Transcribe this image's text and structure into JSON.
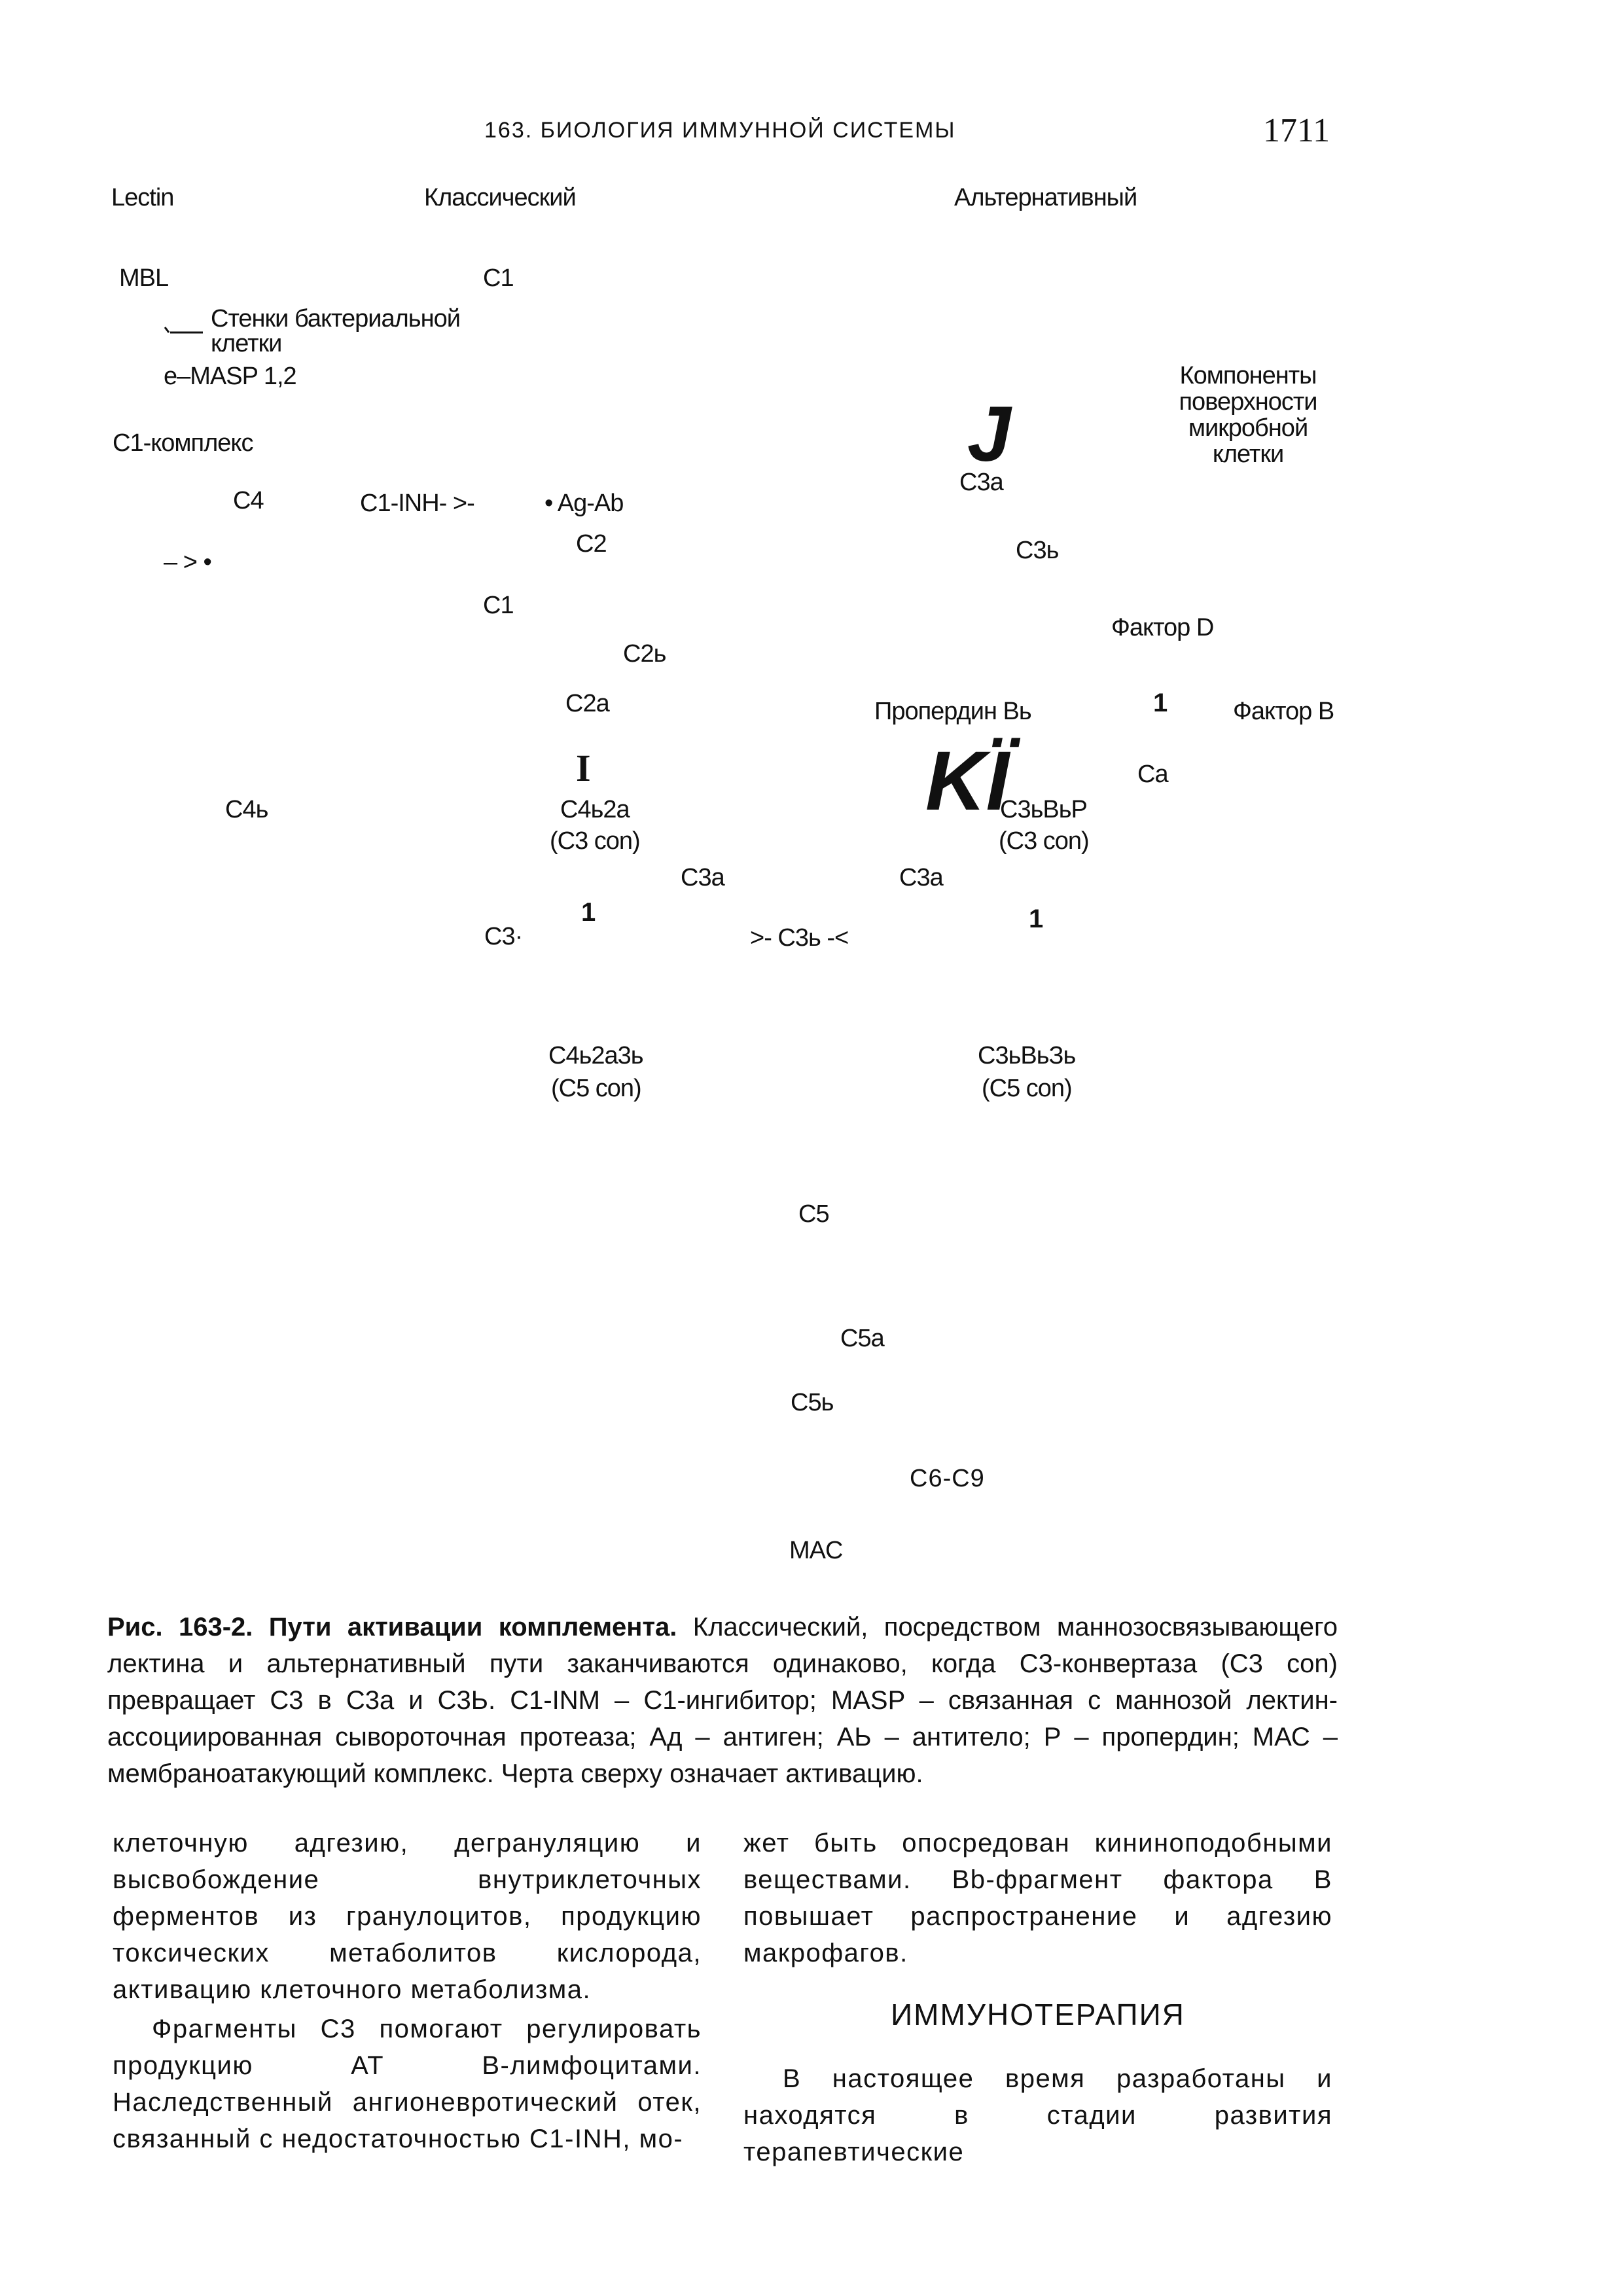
{
  "header": {
    "running_title": "163. БИОЛОГИЯ ИММУННОЙ СИСТЕМЫ",
    "page_number": "1711"
  },
  "diagram": {
    "lectin": "Lectin",
    "classical": "Классический",
    "alternative": "Альтернативный",
    "mbl": "MBL",
    "c1_top": "C1",
    "bact_wall_1": "Стенки бактериальной",
    "bact_wall_2": "клетки",
    "masp": "e–MASP 1,2",
    "c1_complex": "C1-комплекс",
    "microbe_1": "Компоненты",
    "microbe_2": "поверхности",
    "microbe_3": "микробной",
    "microbe_4": "клетки",
    "big_j": "J",
    "c3a_top": "C3a",
    "c4": "C4",
    "c1inh": "C1-INH- >-",
    "agab": "• Ag-Ab",
    "c2": "C2",
    "small_arrow": "– > •",
    "c3b_top": "C3ь",
    "c1_mid": "C1",
    "factor_d": "Фактор D",
    "c2b": "C2ь",
    "c2a": "C2a",
    "properdin_bb": "Пропердин  Bь",
    "num1_a": "1",
    "factor_b": "Фактор B",
    "serif_i": "I",
    "big_ki": "KÏ",
    "ca": "Ca",
    "c4b": "C4ь",
    "c4b2a": "C4ь2a",
    "c3con_left": "(C3 con)",
    "c3bbbp": "C3ьBьP",
    "c3con_right": "(C3 con)",
    "c3a_left": "C3a",
    "c3a_right": "C3a",
    "num1_b": "1",
    "num1_c": "1",
    "c3_dot": "C3·",
    "c3b_center": ">-  C3ь  -<",
    "c4b2a3b": "C4ь2a3ь",
    "c5con_left": "(C5 con)",
    "c3bbb3b": "C3ьBьЗь",
    "c5con_right": "(C5 con)",
    "c5": "C5",
    "c5a": "C5a",
    "c5b": "C5ь",
    "c6c9": "C6-C9",
    "mac": "MAC"
  },
  "caption": {
    "fig_label": "Рис. 163-2. Пути активации комплемента.",
    "text": " Классический, посредством маннозосвязывающего лектина и альтернативный пути заканчиваются одинаково, когда С3-конвертаза (С3 con) превращает С3 в С3а и С3Ь. С1-INM – С1-ингибитор; MASP – связанная с маннозой лектин-ассоциированная сывороточная протеаза; Ад – антиген; АЬ – антитело; Р – пропердин; МАС – мембраноатакующий комплекс. Черта сверху означает активацию."
  },
  "body": {
    "left_p1": "клеточную адгезию, дегрануляцию и высвобождение внутриклеточных ферментов из гранулоцитов, продукцию токсических метаболитов кислорода, активацию клеточного метаболизма.",
    "left_p2": "Фрагменты С3 помогают регулировать продукцию АТ В-лимфоцитами. Наследственный ангионевротический отек, связанный с недостаточностью С1-INH, мо-",
    "right_p1": "жет быть опосредован кининоподобными веществами. Bb-фрагмент фактора В повышает распространение и адгезию макрофагов.",
    "section_title": "ИММУНОТЕРАПИЯ",
    "right_p2": "В настоящее время разработаны и находятся в стадии развития терапевтические"
  }
}
